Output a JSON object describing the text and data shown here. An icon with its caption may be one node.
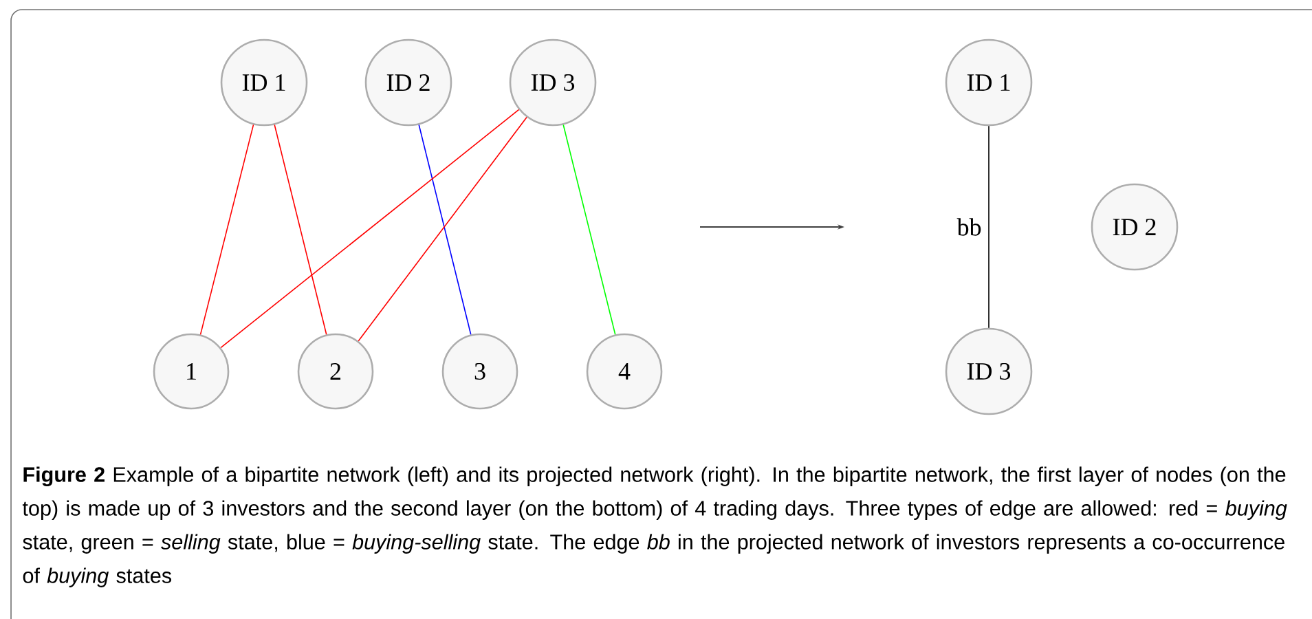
{
  "diagram": {
    "caption": "**Figure 2**  Example of a bipartite network (left) and its projected network (right). In the bipartite network, the first layer of nodes (on the top) is made up of 3 investors and the second layer (on the bottom) of 4 trading days. Three types of edge are allowed: red = *buying* state, green = *selling* state, blue = *buying-selling* state. The edge *bb* in the projected network of investors represents a co-occurrence of *buying* states",
    "nodes": [
      {
        "text": [
          "ID 1"
        ]
      },
      {
        "text": [
          "ID 2"
        ]
      },
      {
        "text": [
          "ID 3"
        ]
      },
      {
        "text": [
          "1"
        ]
      },
      {
        "text": [
          "2"
        ]
      },
      {
        "text": [
          "3"
        ]
      },
      {
        "text": [
          "4"
        ]
      },
      {
        "text": [
          "ID 1"
        ]
      },
      {
        "text": [
          "ID 2"
        ]
      },
      {
        "text": [
          "ID 3"
        ]
      }
    ],
    "edges": [
      {
        "from": 0,
        "to": 3,
        "arrow": "none"
      },
      {
        "from": 0,
        "to": 4,
        "arrow": "none"
      },
      {
        "from": 1,
        "to": 5,
        "arrow": "none",
        "color": "#0000ff"
      },
      {
        "from": 2,
        "to": 3,
        "arrow": "none"
      },
      {
        "from": 2,
        "to": 4,
        "arrow": "none"
      },
      {
        "from": 2,
        "to": 6,
        "arrow": "none",
        "color": "#00ff00"
      },
      {
        "from": 7,
        "to": 9,
        "arrow": "none",
        "label": "bb",
        "color": "#000000"
      }
    ]
  }
}
